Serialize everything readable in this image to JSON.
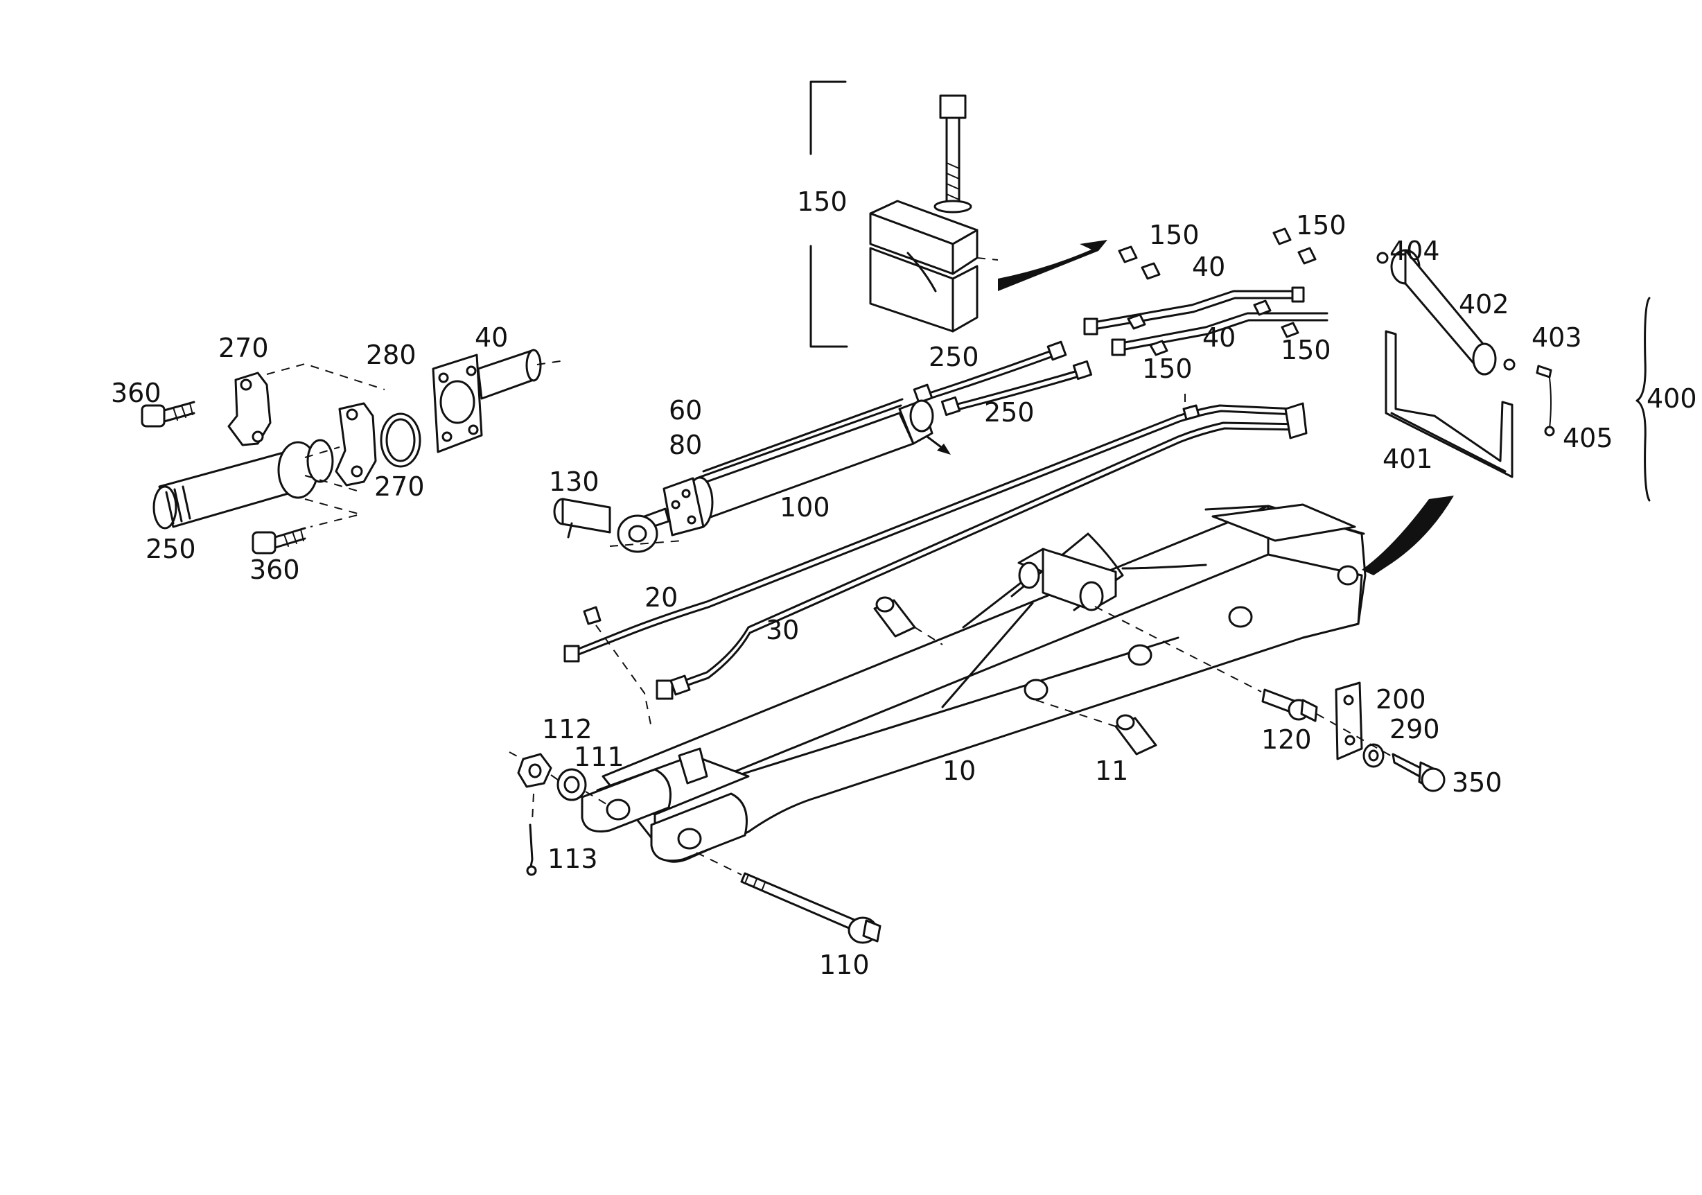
{
  "labels": {
    "l150_top": "150",
    "l250_hose1": "250",
    "l250_hose2": "250",
    "l150_clipA": "150",
    "l150_clipB": "150",
    "l40_pipeA": "40",
    "l40_pipeB": "40",
    "l150_clipC": "150",
    "l150_clipD": "150",
    "l404": "404",
    "l402": "402",
    "l403": "403",
    "l400": "400",
    "l405": "405",
    "l401": "401",
    "l270_upper": "270",
    "l280": "280",
    "l40_flange": "40",
    "l360_upper": "360",
    "l270_lower": "270",
    "l250_tube": "250",
    "l360_lower": "360",
    "l60": "60",
    "l80": "80",
    "l130": "130",
    "l100": "100",
    "l20": "20",
    "l30": "30",
    "l200": "200",
    "l290": "290",
    "l120": "120",
    "l350": "350",
    "l112": "112",
    "l111": "111",
    "l10": "10",
    "l11": "11",
    "l113": "113",
    "l110": "110"
  }
}
